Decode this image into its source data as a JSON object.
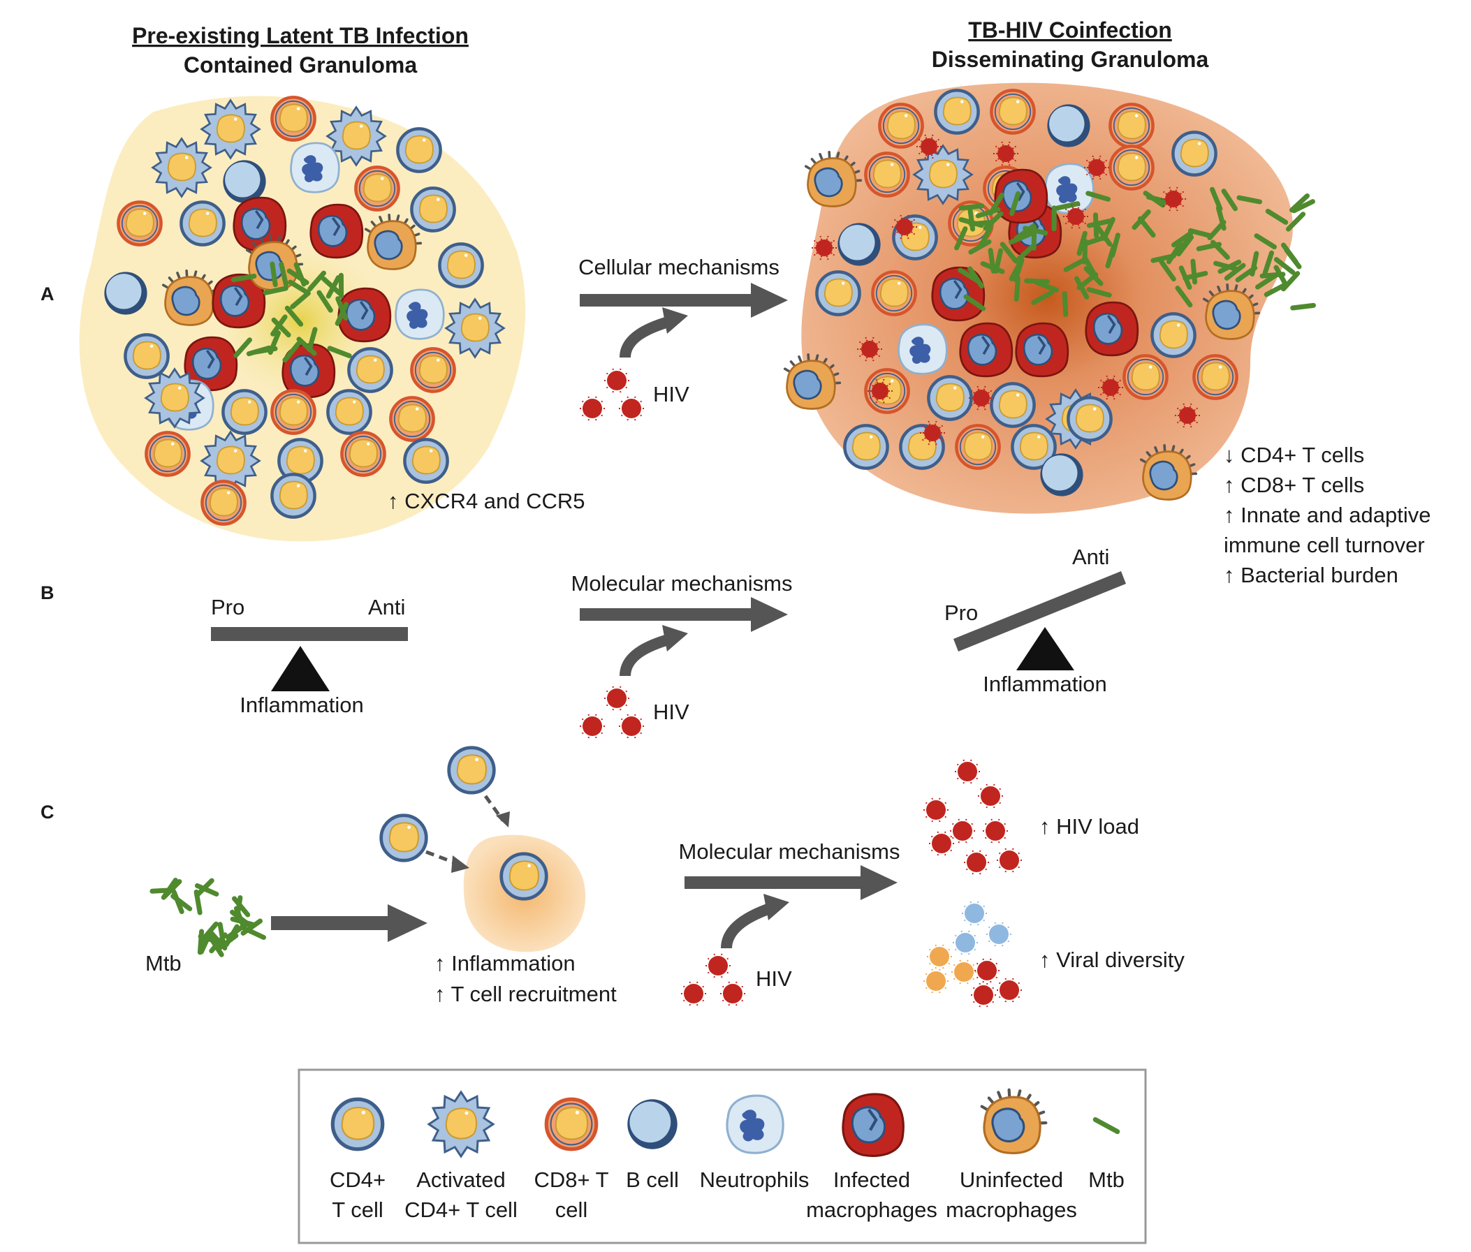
{
  "panels": [
    {
      "letter": "A"
    },
    {
      "letter": "B"
    },
    {
      "letter": "C"
    }
  ],
  "left_title": {
    "line1": "Pre-existing Latent TB Infection",
    "line2": "Contained Granuloma"
  },
  "right_title": {
    "line1": "TB-HIV Coinfection",
    "line2": "Disseminating Granuloma"
  },
  "panel_a": {
    "arrow_label": "Cellular mechanisms",
    "hiv": "HIV",
    "left_note": "↑ CXCR4 and CCR5",
    "right_notes": [
      "↓ CD4+ T cells",
      "↑ CD8+ T cells",
      "↑ Innate and adaptive",
      "immune cell turnover",
      "↑ Bacterial burden"
    ]
  },
  "panel_b": {
    "pro": "Pro",
    "anti": "Anti",
    "inflammation": "Inflammation",
    "arrow_label": "Molecular mechanisms",
    "hiv": "HIV"
  },
  "panel_c": {
    "mtb": "Mtb",
    "notes": [
      "↑ Inflammation",
      "↑ T cell recruitment"
    ],
    "arrow_label": "Molecular mechanisms",
    "hiv": "HIV",
    "hiv_load": "↑ HIV load",
    "viral_diversity": "↑ Viral diversity"
  },
  "legend": [
    {
      "icon": "cd4-t-cell-icon",
      "line1": "CD4+",
      "line2": "T cell"
    },
    {
      "icon": "activated-cd4-t-cell-icon",
      "line1": "Activated",
      "line2": "CD4+ T cell"
    },
    {
      "icon": "cd8-t-cell-icon",
      "line1": "CD8+ T",
      "line2": "cell"
    },
    {
      "icon": "b-cell-icon",
      "line1": "B cell",
      "line2": ""
    },
    {
      "icon": "neutrophil-icon",
      "line1": "Neutrophils",
      "line2": ""
    },
    {
      "icon": "infected-macrophage-icon",
      "line1": "Infected",
      "line2": "macrophages"
    },
    {
      "icon": "uninfected-macrophage-icon",
      "line1": "Uninfected",
      "line2": "macrophages"
    },
    {
      "icon": "mtb-icon",
      "line1": "Mtb",
      "line2": ""
    }
  ],
  "colors": {
    "cell_yellow": "#f6c85f",
    "cd4_ring": "#3f5f8a",
    "cd8_ring": "#d6552d",
    "b_cell": "#b9d3ea",
    "neutrophil": "#dbe9f5",
    "infected": "#c0261f",
    "macrophage": "#e9a552",
    "mtb": "#4f8a2e",
    "hiv": "#c0261f",
    "arrow": "#555555",
    "left_halo": "#fbedc0",
    "right_halo": "#e8a87c"
  }
}
